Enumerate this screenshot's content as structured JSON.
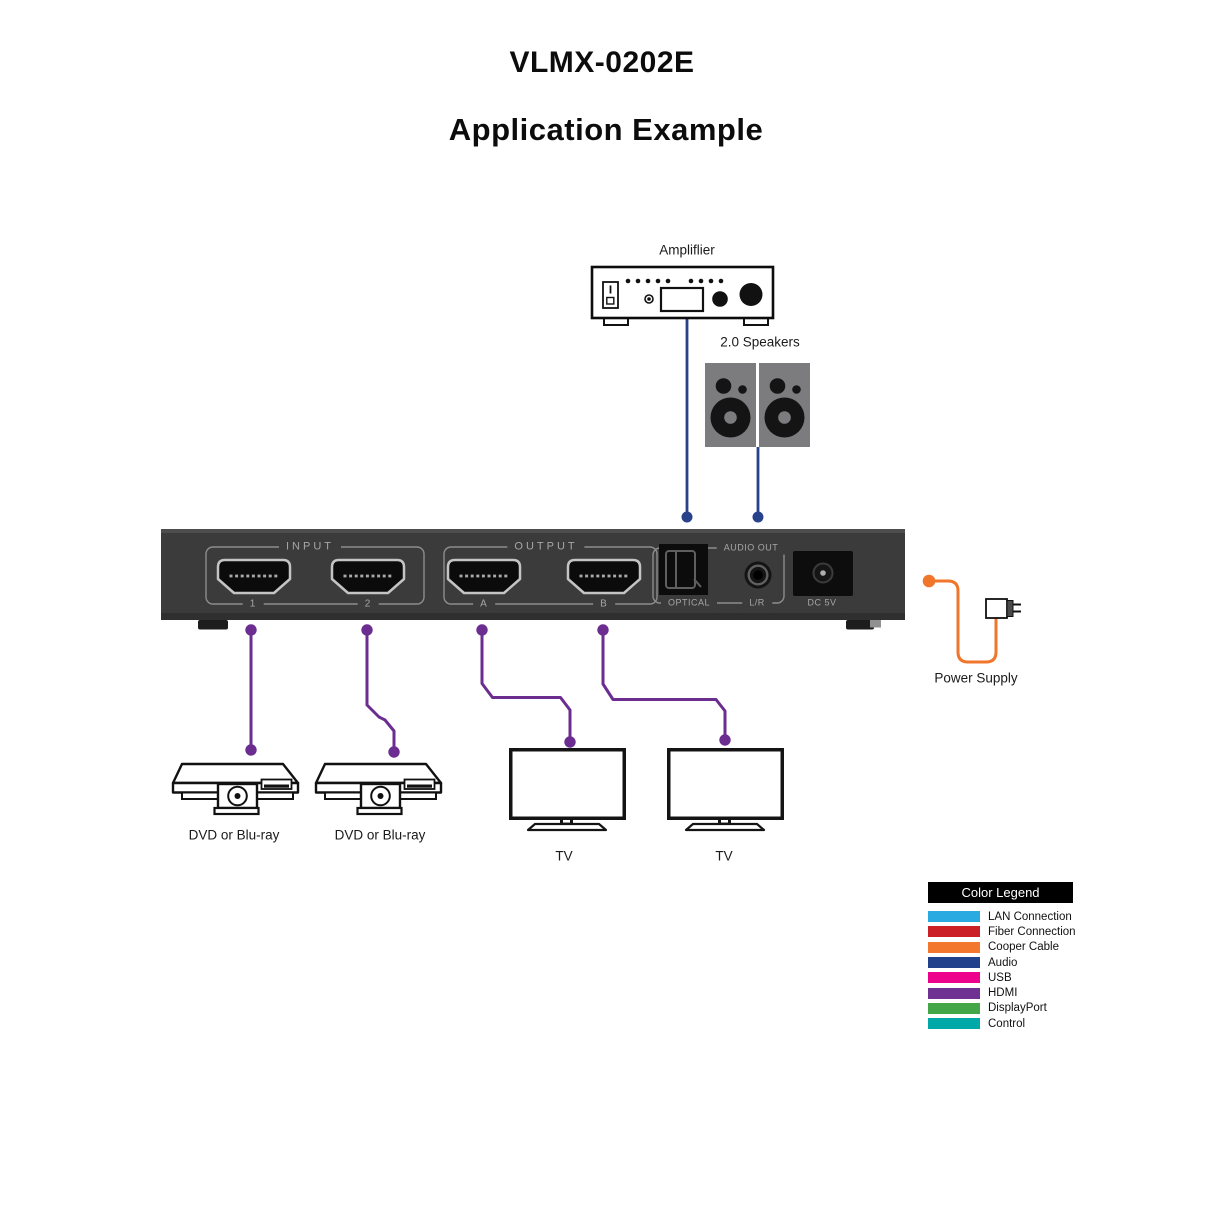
{
  "title": "VLMX-0202E",
  "subtitle": "Application Example",
  "devices": {
    "amplifier": {
      "label": "Ampliflier"
    },
    "speakers": {
      "label": "2.0 Speakers"
    },
    "power_supply": {
      "label": "Power Supply"
    },
    "source_1": {
      "label": "DVD or Blu-ray"
    },
    "source_2": {
      "label": "DVD or Blu-ray"
    },
    "tv_1": {
      "label": "TV"
    },
    "tv_2": {
      "label": "TV"
    }
  },
  "matrix": {
    "input_group": {
      "label": "INPUT",
      "ports": [
        "1",
        "2"
      ]
    },
    "output_group": {
      "label": "OUTPUT",
      "ports": [
        "A",
        "B"
      ]
    },
    "audio_group": {
      "label": "AUDIO OUT",
      "optical_label": "OPTICAL",
      "lr_label": "L/R"
    },
    "dc_label": "DC 5V"
  },
  "connections": {
    "hdmi_color": "#6B2D90",
    "audio_color": "#27418B",
    "power_color": "#F0762B"
  },
  "legend": {
    "title": "Color Legend",
    "items": [
      {
        "label": "LAN Connection",
        "color": "#29ABE2"
      },
      {
        "label": "Fiber Connection",
        "color": "#CB2026"
      },
      {
        "label": "Cooper Cable",
        "color": "#F4772E"
      },
      {
        "label": "Audio",
        "color": "#21418D"
      },
      {
        "label": "USB",
        "color": "#EC008C"
      },
      {
        "label": "HDMI",
        "color": "#6F3292"
      },
      {
        "label": "DisplayPort",
        "color": "#43A748"
      },
      {
        "label": "Control",
        "color": "#00A8A8"
      }
    ]
  }
}
